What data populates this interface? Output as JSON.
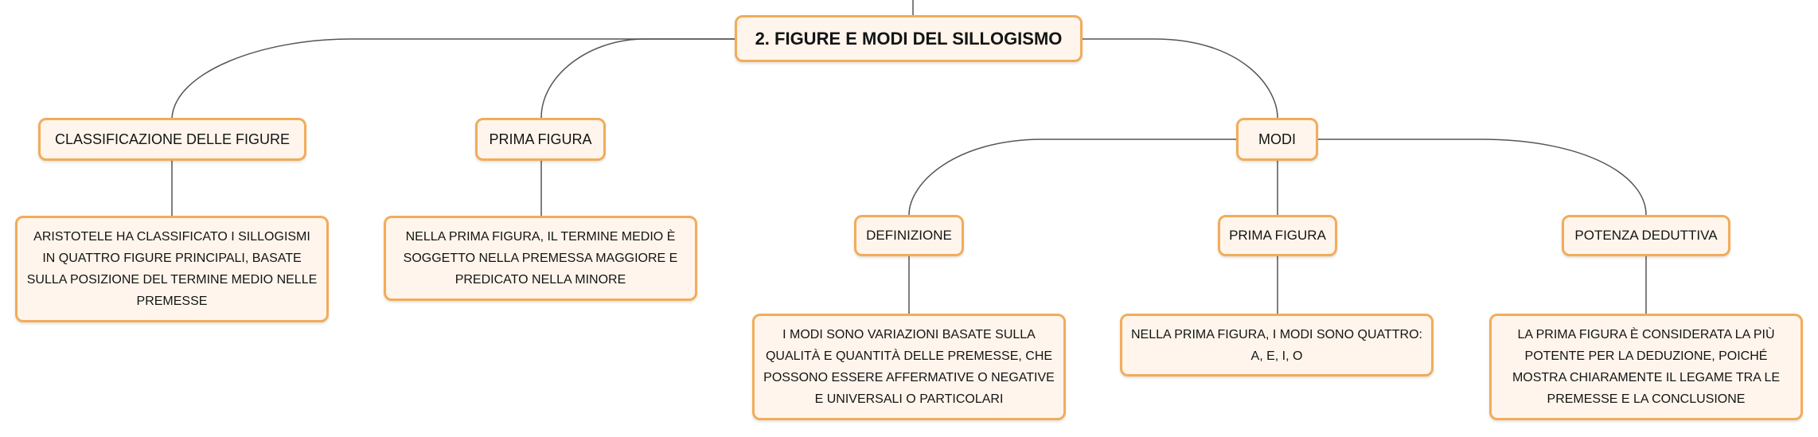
{
  "root": {
    "label": "2. FIGURE E MODI DEL SILLOGISMO"
  },
  "classificazione": {
    "label": "CLASSIFICAZIONE DELLE FIGURE",
    "detail": "ARISTOTELE HA CLASSIFICATO I SILLOGISMI IN QUATTRO FIGURE PRINCIPALI, BASATE SULLA POSIZIONE DEL TERMINE MEDIO NELLE PREMESSE"
  },
  "prima_figura": {
    "label": "PRIMA FIGURA",
    "detail": "NELLA PRIMA FIGURA, IL TERMINE MEDIO È SOGGETTO NELLA PREMESSA MAGGIORE E PREDICATO NELLA MINORE"
  },
  "modi": {
    "label": "MODI",
    "definizione": {
      "label": "DEFINIZIONE",
      "detail": "I MODI SONO VARIAZIONI BASATE SULLA QUALITÀ E QUANTITÀ DELLE PREMESSE, CHE POSSONO ESSERE AFFERMATIVE O NEGATIVE E UNIVERSALI O PARTICOLARI"
    },
    "prima_figura": {
      "label": "PRIMA FIGURA",
      "detail": "NELLA PRIMA FIGURA, I MODI SONO QUATTRO: A, E, I, O"
    },
    "potenza": {
      "label": "POTENZA DEDUTTIVA",
      "detail": "LA PRIMA FIGURA È CONSIDERATA LA PIÙ POTENTE PER LA DEDUZIONE, POICHÉ MOSTRA CHIARAMENTE IL LEGAME TRA LE PREMESSE E LA CONCLUSIONE"
    }
  },
  "colors": {
    "border": "#f2ac5a",
    "fill": "#fff5ec",
    "connector": "#555555"
  }
}
